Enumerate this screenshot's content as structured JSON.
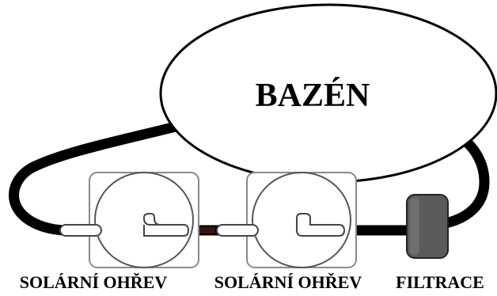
{
  "diagram": {
    "pool_label": "BAZÉN",
    "components": [
      {
        "id": "solar-1",
        "label": "SOLÁRNÍ OHŘEV"
      },
      {
        "id": "solar-2",
        "label": "SOLÁRNÍ OHŘEV"
      },
      {
        "id": "filter",
        "label": "FILTRACE"
      }
    ],
    "colors": {
      "pipe": "#000000",
      "panel_outline": "#8a8a8a",
      "filter_fill": "#5b5b5b",
      "connector_fill": "#ffffff",
      "background": "#ffffff"
    }
  }
}
